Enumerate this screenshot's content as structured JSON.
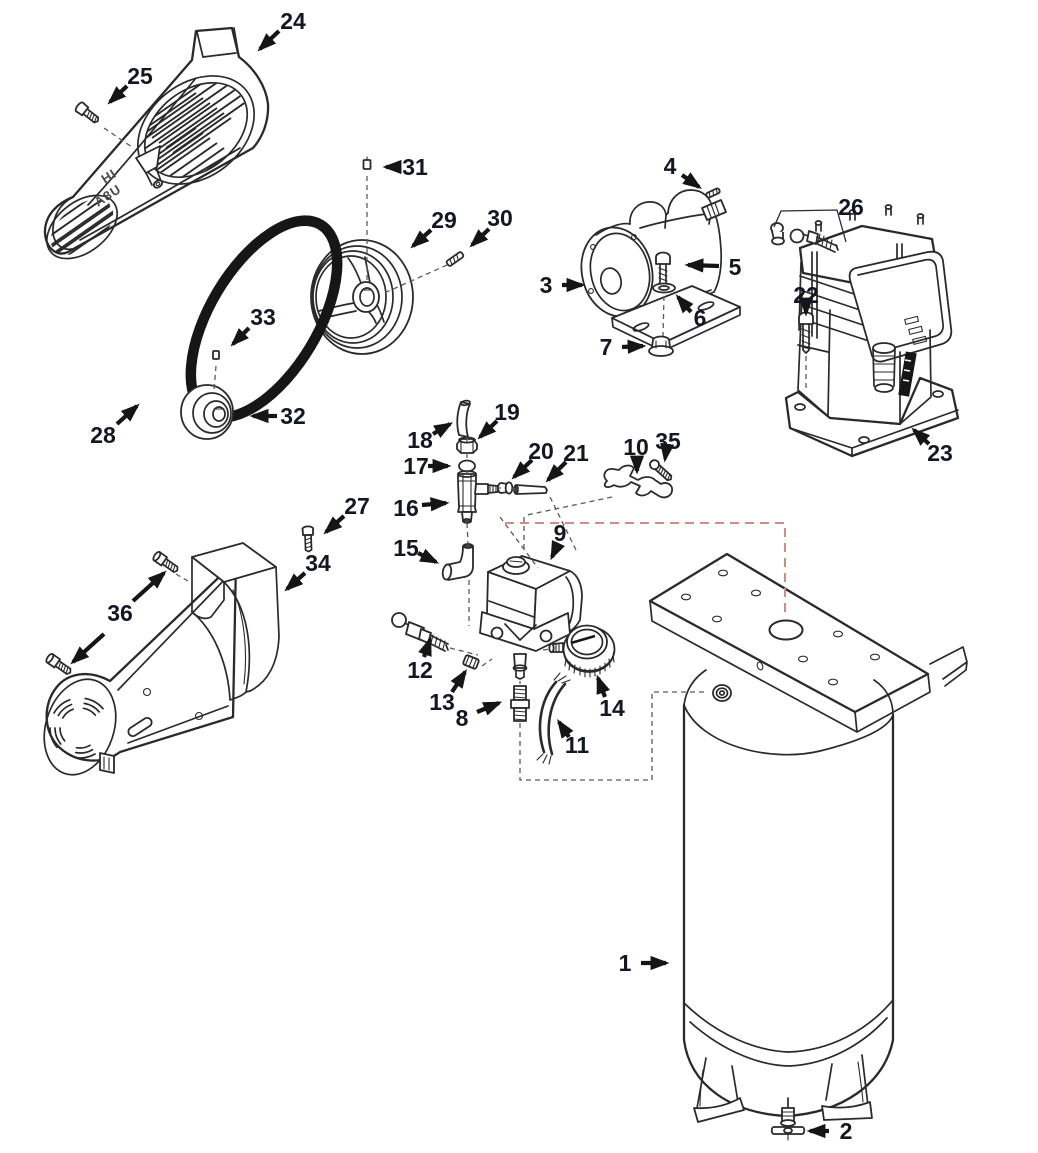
{
  "diagram": {
    "type": "exploded-parts-diagram",
    "callouts": [
      {
        "number": "1"
      },
      {
        "number": "2"
      },
      {
        "number": "3"
      },
      {
        "number": "4"
      },
      {
        "number": "5"
      },
      {
        "number": "6"
      },
      {
        "number": "7"
      },
      {
        "number": "8"
      },
      {
        "number": "9"
      },
      {
        "number": "10"
      },
      {
        "number": "11"
      },
      {
        "number": "12"
      },
      {
        "number": "13"
      },
      {
        "number": "14"
      },
      {
        "number": "15"
      },
      {
        "number": "16"
      },
      {
        "number": "17"
      },
      {
        "number": "18"
      },
      {
        "number": "19"
      },
      {
        "number": "20"
      },
      {
        "number": "21"
      },
      {
        "number": "22"
      },
      {
        "number": "23"
      },
      {
        "number": "24"
      },
      {
        "number": "25"
      },
      {
        "number": "26"
      },
      {
        "number": "27"
      },
      {
        "number": "28"
      },
      {
        "number": "29"
      },
      {
        "number": "30"
      },
      {
        "number": "31"
      },
      {
        "number": "32"
      },
      {
        "number": "33"
      },
      {
        "number": "34"
      },
      {
        "number": "35"
      },
      {
        "number": "36"
      }
    ],
    "cover_embossed_text": {
      "line1": "HI",
      "line2": "A8U"
    },
    "colors": {
      "line_ink": "#2a2a2a",
      "label_ink": "#121722",
      "accent_dash": "#cf8d84",
      "background": "#ffffff"
    }
  }
}
